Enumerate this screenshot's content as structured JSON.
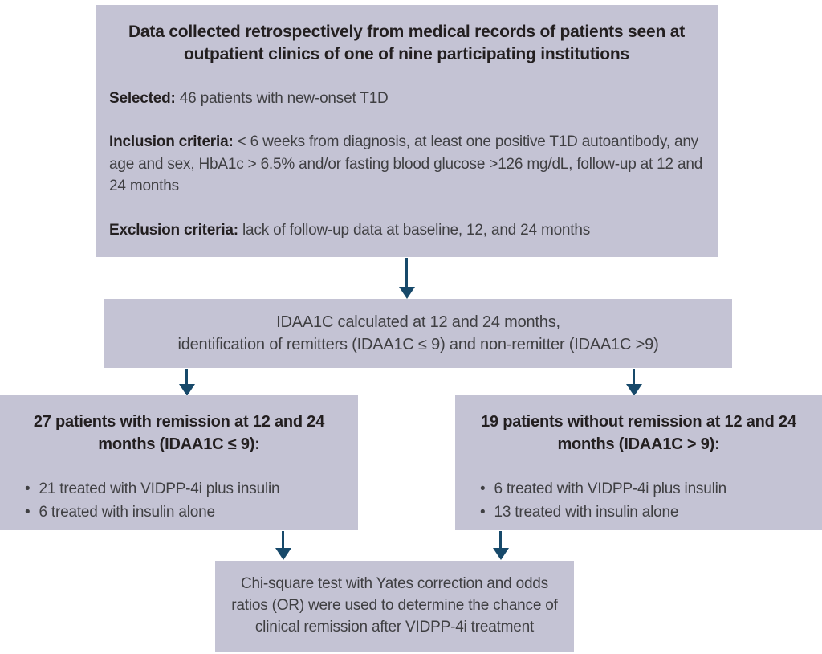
{
  "colors": {
    "box_bg": "#c4c3d4",
    "arrow": "#17496a",
    "heading_text": "#231f20",
    "body_text": "#3f3f42"
  },
  "flowchart": {
    "top_box": {
      "title": "Data collected retrospectively from medical records of patients seen at outpatient clinics of one of nine participating institutions",
      "selected_label": "Selected:",
      "selected_text": "46 patients with new-onset T1D",
      "inclusion_label": "Inclusion criteria:",
      "inclusion_text": "< 6 weeks from diagnosis, at least one positive T1D autoantibody, any age and sex, HbA1c > 6.5% and/or fasting blood glucose >126 mg/dL, follow-up at 12 and 24 months",
      "exclusion_label": "Exclusion criteria:",
      "exclusion_text": "lack of follow-up data at baseline, 12, and 24 months"
    },
    "idaa1c_box": {
      "line1": "IDAA1C calculated at 12 and 24 months,",
      "line2": "identification of remitters (IDAA1C ≤ 9) and non-remitter (IDAA1C >9)"
    },
    "remission_box": {
      "title": "27 patients with remission at 12 and 24 months (IDAA1C ≤ 9):",
      "bullets": [
        "21 treated with VIDPP-4i plus insulin",
        "6 treated with insulin alone"
      ],
      "bullet_glyph": "•"
    },
    "non_remission_box": {
      "title": "19 patients without remission at 12 and 24 months (IDAA1C > 9):",
      "bullets": [
        "6 treated with VIDPP-4i plus insulin",
        "13 treated with insulin alone"
      ],
      "bullet_glyph": "•"
    },
    "stats_box": {
      "text": "Chi-square test with Yates correction and odds ratios (OR) were used to determine the chance of clinical remission after VIDPP-4i treatment"
    }
  }
}
